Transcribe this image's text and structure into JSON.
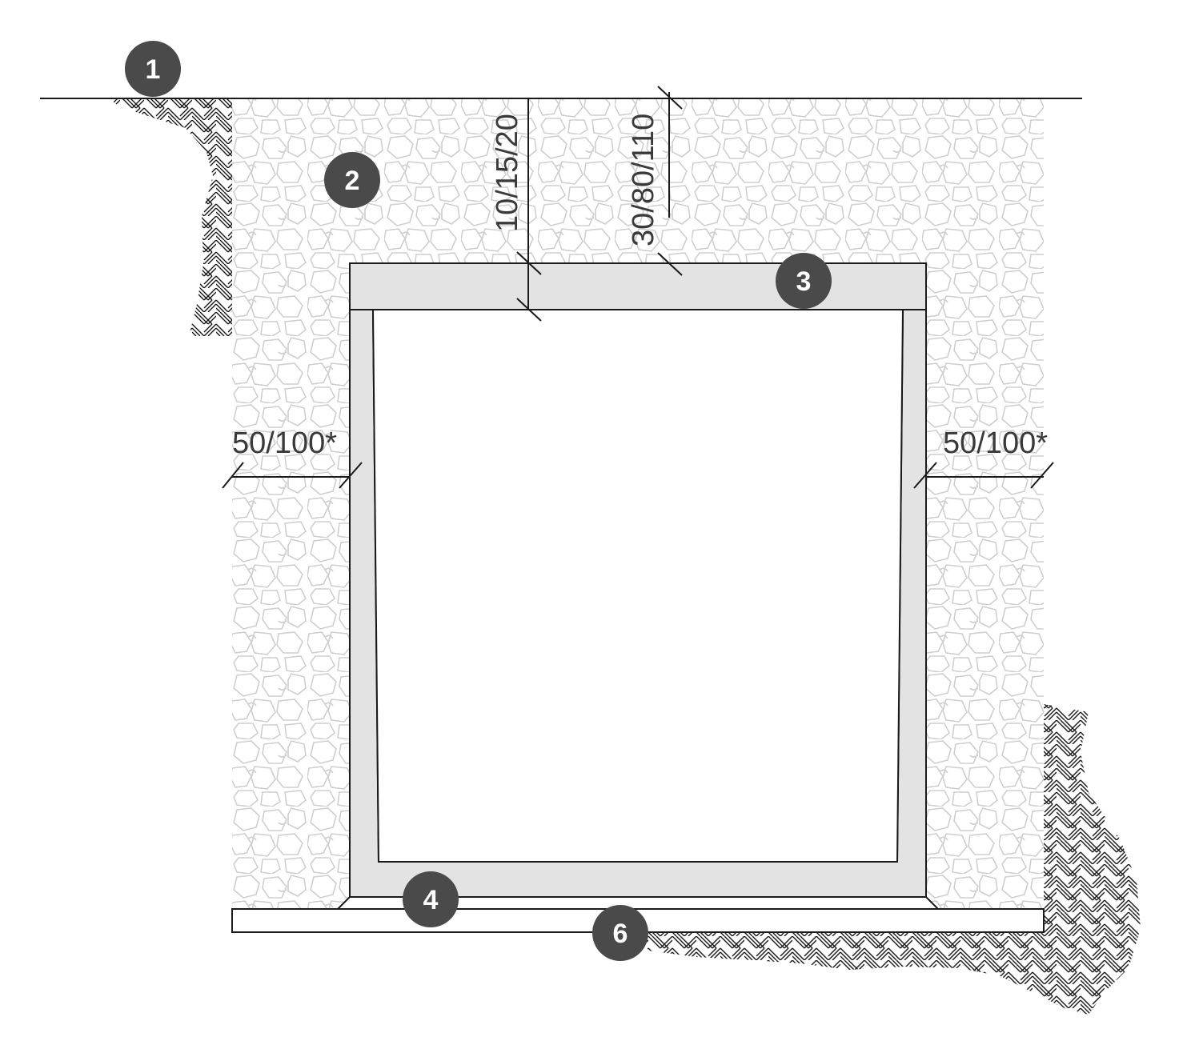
{
  "dimensions": {
    "cover_thickness": "10/15/20",
    "burial_depth": "30/80/110",
    "side_left": "50/100*",
    "side_right": "50/100*"
  },
  "markers": [
    "1",
    "2",
    "3",
    "4",
    "6"
  ],
  "colors": {
    "line": "#1a1a1a",
    "concrete": "#e3e3e3",
    "gravel_stroke": "#cfcfcf",
    "soil_hatch": "#1a1a1a",
    "badge": "#4a4a4a",
    "dim_text": "#3a3a3a"
  }
}
